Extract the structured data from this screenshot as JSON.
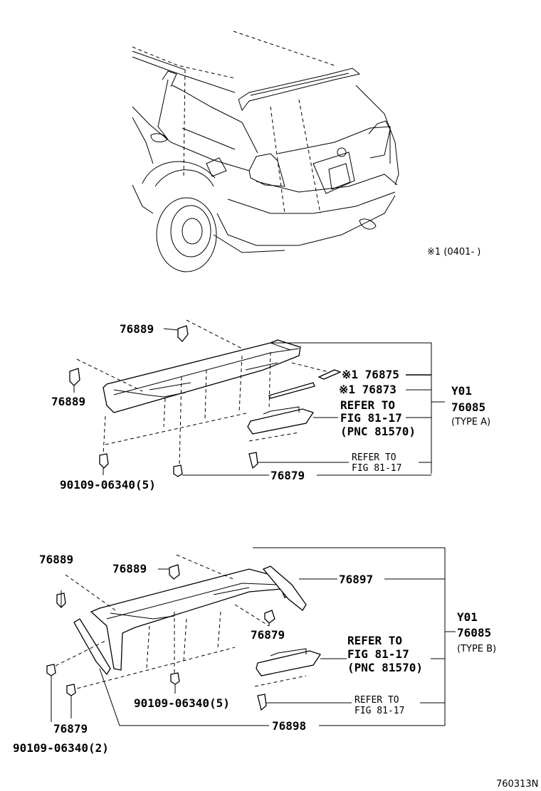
{
  "note_top": "※1 (0401-   )",
  "sectionA": {
    "labels": {
      "p76889_top": "76889",
      "p76889_left": "76889",
      "p76875": "※1 76875",
      "p76873": "※1 76873",
      "refer1": "REFER TO",
      "fig1": "FIG 81-17",
      "pnc1": "(PNC 81570)",
      "refer2": "REFER TO",
      "fig2": "FIG 81-17",
      "p76879": "76879",
      "p90109": "90109-06340(5)",
      "y01": "Y01",
      "p76085": "76085",
      "type": "(TYPE A)"
    }
  },
  "sectionB": {
    "labels": {
      "p76889_left": "76889",
      "p76889_top": "76889",
      "p76897": "76897",
      "p76879_mid": "76879",
      "refer1": "REFER TO",
      "fig1": "FIG 81-17",
      "pnc1": "(PNC 81570)",
      "p90109_mid": "90109-06340(5)",
      "refer2": "REFER TO",
      "fig2": "FIG 81-17",
      "p76879_low": "76879",
      "p76898": "76898",
      "p90109_low": "90109-06340(2)",
      "y01": "Y01",
      "p76085": "76085",
      "type": "(TYPE B)"
    }
  },
  "figure_code": "760313N"
}
